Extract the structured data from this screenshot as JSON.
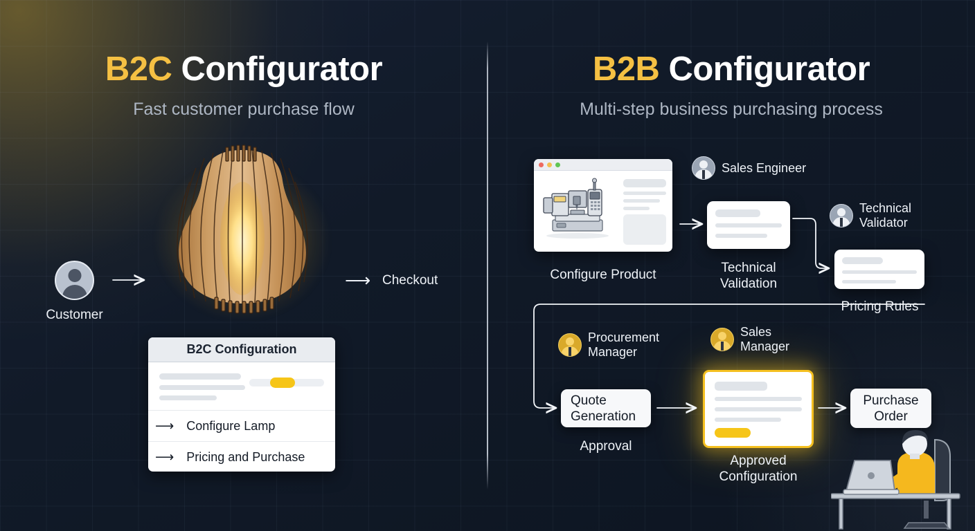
{
  "left_panel": {
    "title_accent": "B2C",
    "title_rest": " Configurator",
    "subtitle": "Fast customer purchase flow",
    "flow": {
      "customer_label": "Customer",
      "checkout_label": "Checkout",
      "arrow_glyph": "⟶"
    },
    "config_card": {
      "header": "B2C Configuration",
      "rows": [
        {
          "arrow": "⟶",
          "label": "Configure Lamp"
        },
        {
          "arrow": "⟶",
          "label": "Pricing and Purchase"
        }
      ],
      "slider_accent": "#f6c518"
    },
    "product": {
      "name": "wooden-slat-pendant-lamp"
    }
  },
  "right_panel": {
    "title_accent": "B2B",
    "title_rest": " Configurator",
    "subtitle": "Multi-step business purchasing process",
    "browser": {
      "traffic_lights": [
        "#ee6a5f",
        "#f4bf4f",
        "#61c554"
      ],
      "caption": "Configure Product",
      "illustration": "cnc-machine"
    },
    "nodes": [
      {
        "id": "technical-validation",
        "caption": "Technical\nValidation",
        "type": "doc-card"
      },
      {
        "id": "pricing-rules",
        "caption": "Pricing Rules",
        "type": "doc-card"
      },
      {
        "id": "quote-generation",
        "label": "Quote\nGeneration",
        "caption": "Approval",
        "type": "box"
      },
      {
        "id": "approved-configuration",
        "caption": "Approved\nConfiguration",
        "type": "doc-card-highlight",
        "accent": "#f5c020"
      },
      {
        "id": "purchase-order",
        "label": "Purchase\nOrder",
        "type": "box"
      }
    ],
    "roles": [
      {
        "id": "sales-engineer",
        "name": "Sales Engineer",
        "style": "grey"
      },
      {
        "id": "technical-validator",
        "name": "Technical\nValidator",
        "style": "grey"
      },
      {
        "id": "procurement-manager",
        "name": "Procurement\nManager",
        "style": "gold"
      },
      {
        "id": "sales-manager",
        "name": "Sales\nManager",
        "style": "gold"
      }
    ],
    "scene": {
      "person": "person-at-laptop-desk",
      "sweater_color": "#f5b81e"
    }
  },
  "theme": {
    "background": "#0d1521",
    "accent_yellow": "#f5c043",
    "text_primary": "#eef2f7",
    "text_secondary": "#aeb7c4",
    "card_white": "#ffffff",
    "grid_line": "rgba(160,185,220,0.055)"
  }
}
